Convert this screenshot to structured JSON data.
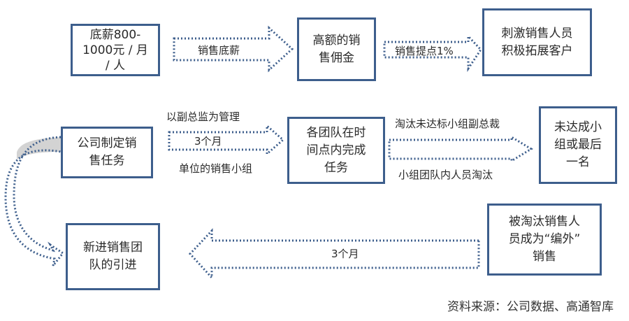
{
  "diagram": {
    "colors": {
      "border": "#3d5e8c",
      "arrow_dots": "#3d5e8c",
      "curve_fill": "#d3d3d3"
    },
    "nodes": [
      {
        "id": "base-salary",
        "lines": [
          "底薪800-",
          "1000元 / 月",
          "/ 人"
        ]
      },
      {
        "id": "high-commission",
        "lines": [
          "高额的销",
          "售佣金"
        ]
      },
      {
        "id": "motivate-sales",
        "lines": [
          "刺激销售人员",
          "积极拓展客户"
        ]
      },
      {
        "id": "company-targets",
        "lines": [
          "公司制定销",
          "售任务"
        ]
      },
      {
        "id": "teams-complete",
        "lines": [
          "各团队在时",
          "间点内完成",
          "任务"
        ]
      },
      {
        "id": "underperformers",
        "lines": [
          "未达成小",
          "组或最后",
          "一名"
        ]
      },
      {
        "id": "new-team-intake",
        "lines": [
          "新进销售团",
          "队的引进"
        ]
      },
      {
        "id": "eliminated-staff",
        "lines": [
          "被淘汰销售人",
          "员成为“编外”",
          "销售"
        ]
      }
    ],
    "edges": [
      {
        "from": "base-salary",
        "to": "high-commission",
        "label": "销售底薪"
      },
      {
        "from": "high-commission",
        "to": "motivate-sales",
        "label": "销售提点1%"
      },
      {
        "from": "company-targets",
        "to": "teams-complete",
        "label": "3个月",
        "label_above": "以副总监为管理",
        "label_below": "单位的销售小组"
      },
      {
        "from": "teams-complete",
        "to": "underperformers",
        "label_above": "淘汰未达标小组副总裁",
        "label_below": "小组团队内人员淘汰"
      },
      {
        "from": "eliminated-staff",
        "to": "new-team-intake",
        "label": "3个月"
      },
      {
        "from": "company-targets",
        "to": "new-team-intake",
        "label": ""
      }
    ]
  },
  "source": "资料来源：公司数据、高通智库"
}
